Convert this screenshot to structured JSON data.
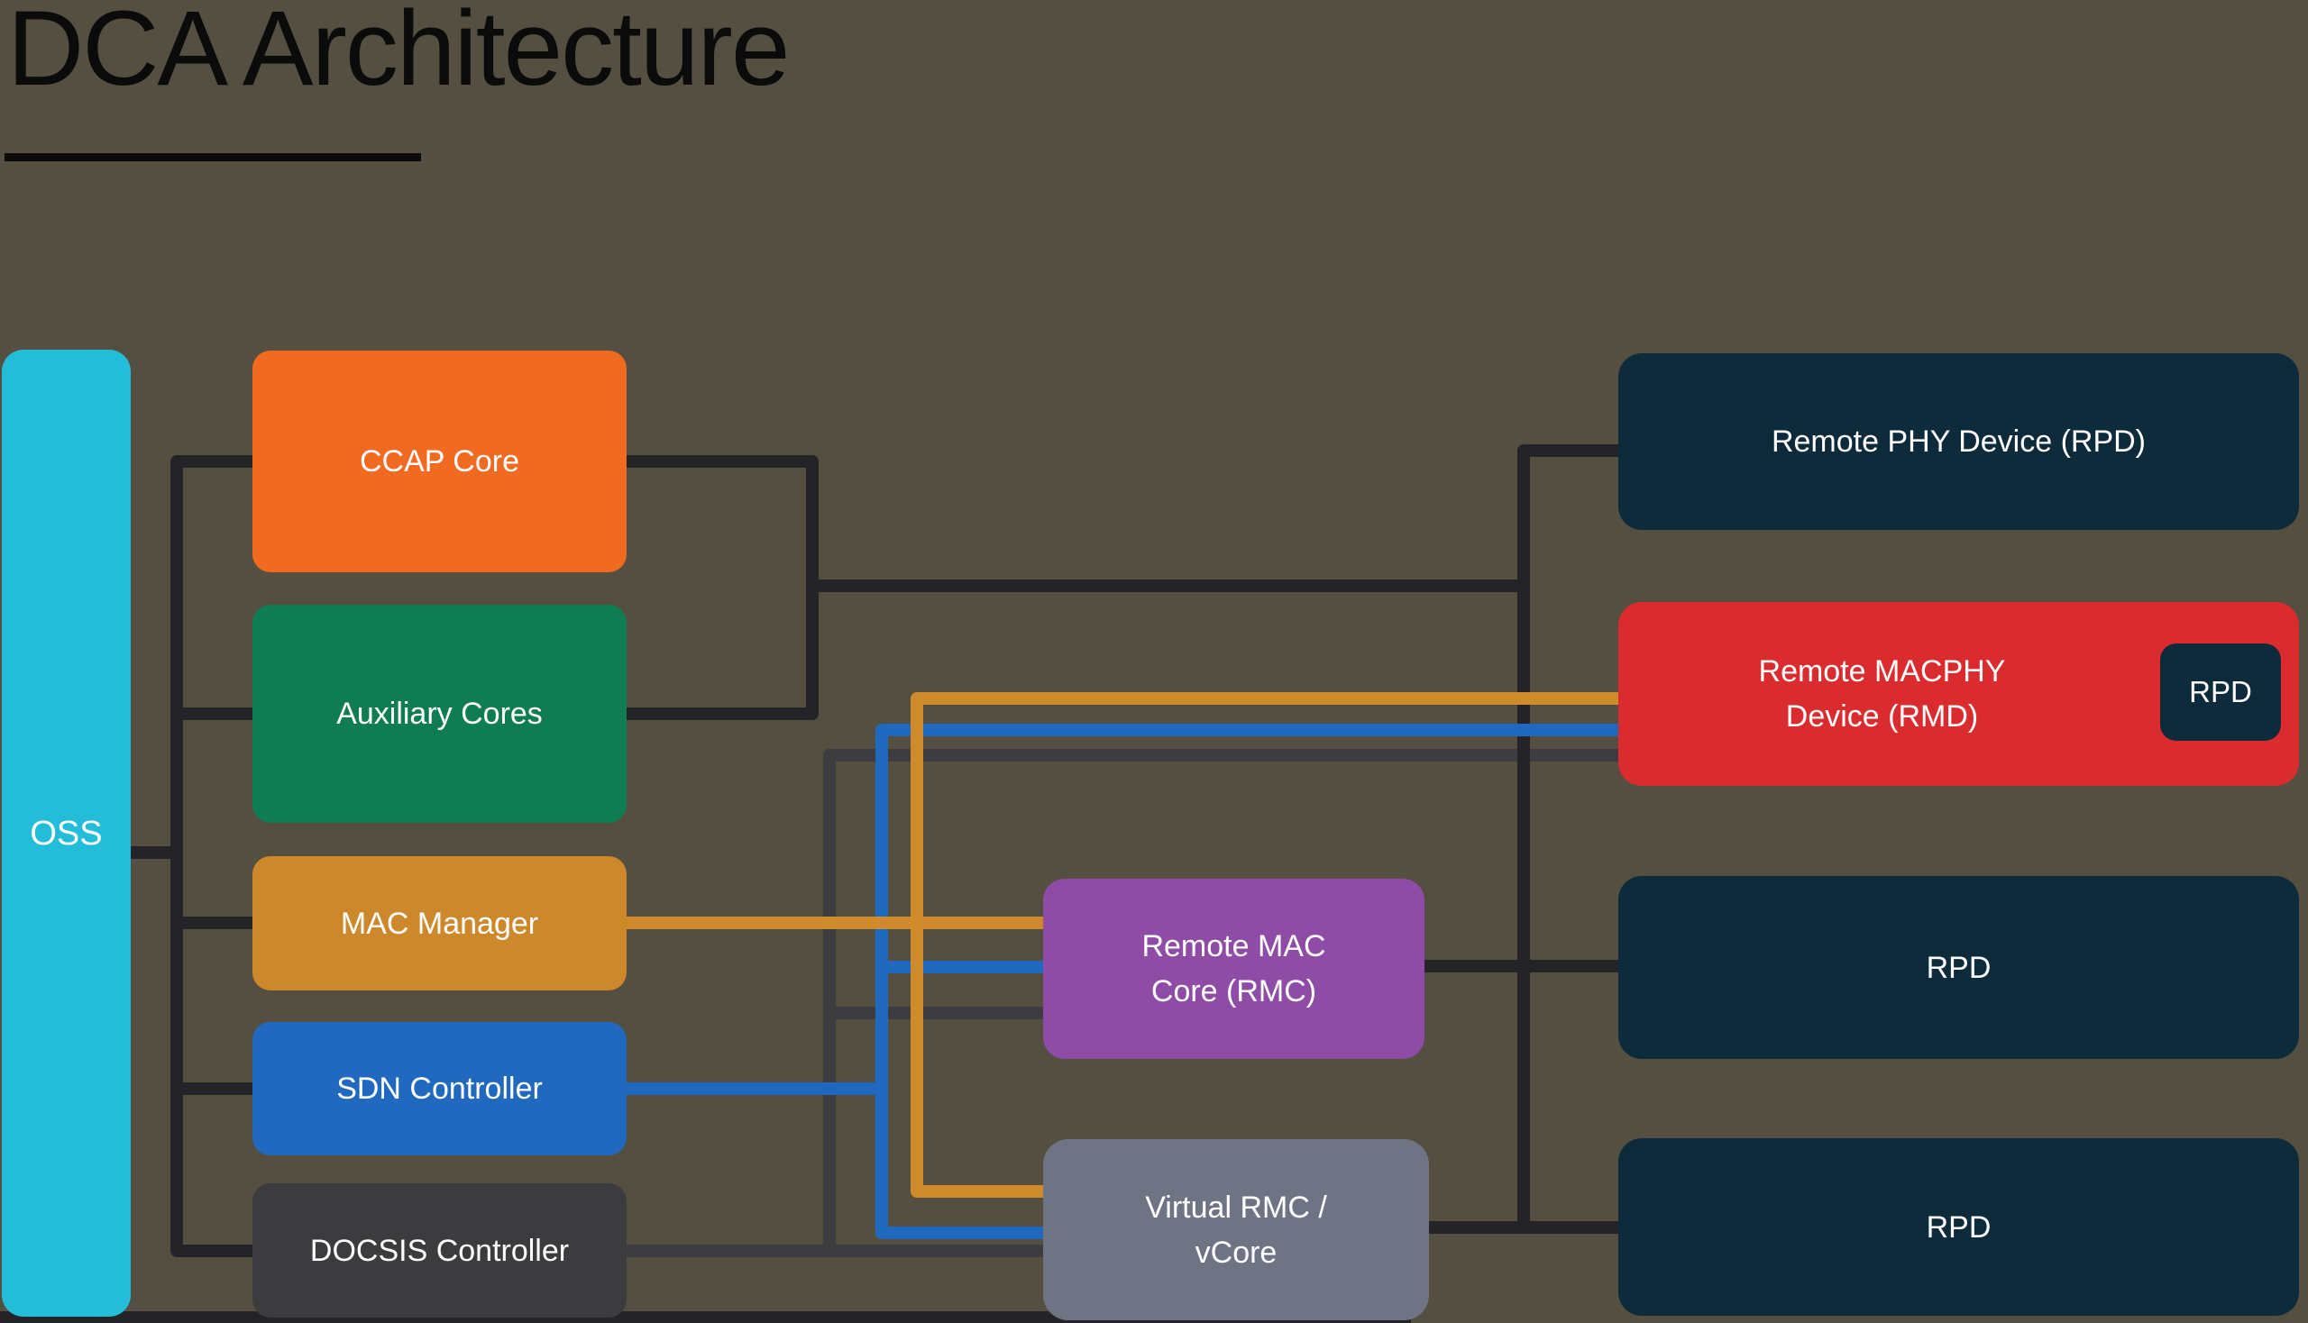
{
  "title": {
    "text": "DCA Architecture"
  },
  "colors": {
    "background": "#554F42",
    "title": "#0B0B0B",
    "underline": "#0B0B0B",
    "line_black": "#242428",
    "line_charcoal": "#3D3D40",
    "line_orange": "#CF8A2B",
    "line_blue": "#2069BE",
    "label_text": "#FFFFFF"
  },
  "nodes": [
    {
      "id": "oss",
      "lines": [
        "OSS"
      ],
      "fill": "#23BCD9"
    },
    {
      "id": "ccap",
      "lines": [
        "CCAP Core"
      ],
      "fill": "#F16A22"
    },
    {
      "id": "aux",
      "lines": [
        "Auxiliary Cores"
      ],
      "fill": "#0F7C53"
    },
    {
      "id": "mac",
      "lines": [
        "MAC Manager"
      ],
      "fill": "#CE882C"
    },
    {
      "id": "sdn",
      "lines": [
        "SDN Controller"
      ],
      "fill": "#2069BE"
    },
    {
      "id": "docsis",
      "lines": [
        "DOCSIS Controller"
      ],
      "fill": "#3C3C3F"
    },
    {
      "id": "rmc",
      "lines": [
        "Remote MAC",
        "Core (RMC)"
      ],
      "fill": "#8F4CA7"
    },
    {
      "id": "vcore",
      "lines": [
        "Virtual RMC /",
        "vCore"
      ],
      "fill": "#6F7485"
    },
    {
      "id": "rpd1",
      "lines": [
        "Remote PHY Device (RPD)"
      ],
      "fill": "#0E2B3C"
    },
    {
      "id": "rmd",
      "lines": [
        "Remote MACPHY",
        "Device (RMD)"
      ],
      "fill": "#DA2C2E"
    },
    {
      "id": "badge",
      "lines": [
        "RPD"
      ],
      "fill": "#0E2B3C"
    },
    {
      "id": "rpd3",
      "lines": [
        "RPD"
      ],
      "fill": "#0E2B3C"
    },
    {
      "id": "rpd4",
      "lines": [
        "RPD"
      ],
      "fill": "#0E2B3C"
    }
  ],
  "connectors": [
    {
      "id": "docsis-bus",
      "from": "DOCSIS Controller",
      "to": "vCore / RMC / RMD",
      "color": "charcoal"
    },
    {
      "id": "oss-bus",
      "from": "OSS",
      "to": "all controllers",
      "color": "black"
    },
    {
      "id": "ccap-aux-rpd-bus",
      "from": "CCAP Core / Aux Cores",
      "to": "Remote PHY Device",
      "color": "black"
    },
    {
      "id": "rmc-to-rpd3",
      "from": "Remote MAC Core (RMC)",
      "to": "RPD",
      "color": "black"
    },
    {
      "id": "vcore-to-rpd4",
      "from": "Virtual RMC / vCore",
      "to": "RPD",
      "color": "black"
    },
    {
      "id": "bottom-bus",
      "from": "bottom rail",
      "to": "",
      "color": "black"
    },
    {
      "id": "sdn-bus",
      "from": "SDN Controller",
      "to": "RMC / vCore / RMD",
      "color": "blue"
    },
    {
      "id": "mac-bus",
      "from": "MAC Manager",
      "to": "RMC / vCore / RMD",
      "color": "orange"
    }
  ]
}
